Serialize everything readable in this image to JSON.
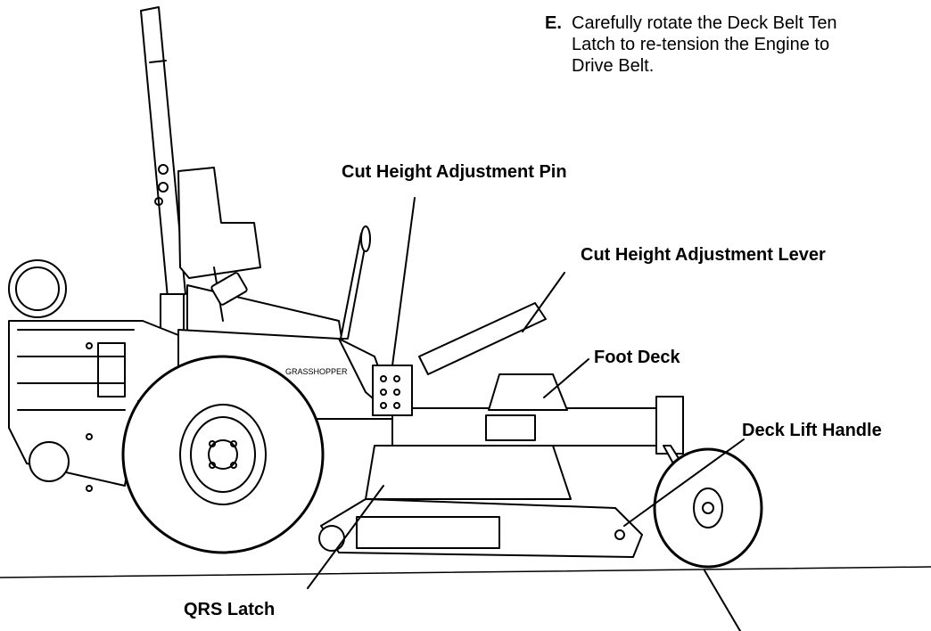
{
  "instruction": {
    "letter": "E.",
    "text": "Carefully rotate the Deck Belt Ten\nLatch to re-tension the Engine to\nDrive Belt."
  },
  "callouts": {
    "cut_height_pin": "Cut Height Adjustment Pin",
    "cut_height_lever": "Cut Height Adjustment Lever",
    "foot_deck": "Foot Deck",
    "deck_lift_handle": "Deck Lift Handle",
    "qrs_latch": "QRS Latch"
  },
  "illustration": {
    "subject": "zero-turn mower side view",
    "line_color": "#000000",
    "fill_color": "#ffffff"
  }
}
